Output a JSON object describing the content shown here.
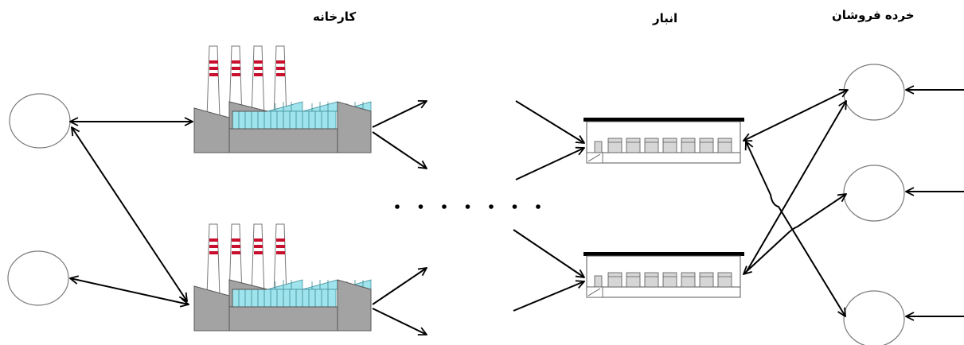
{
  "labels": {
    "factory": "کارخانه",
    "warehouse": "انبار",
    "retailer": "خرده فروشان"
  },
  "colors": {
    "stroke": "#000000",
    "factory_body": "#a3a3a3",
    "factory_windows": "#9fe3ec",
    "chimney_band": "#c8102e",
    "node_outline": "#7a7a7a"
  },
  "ellipsis_dot_count": 7
}
